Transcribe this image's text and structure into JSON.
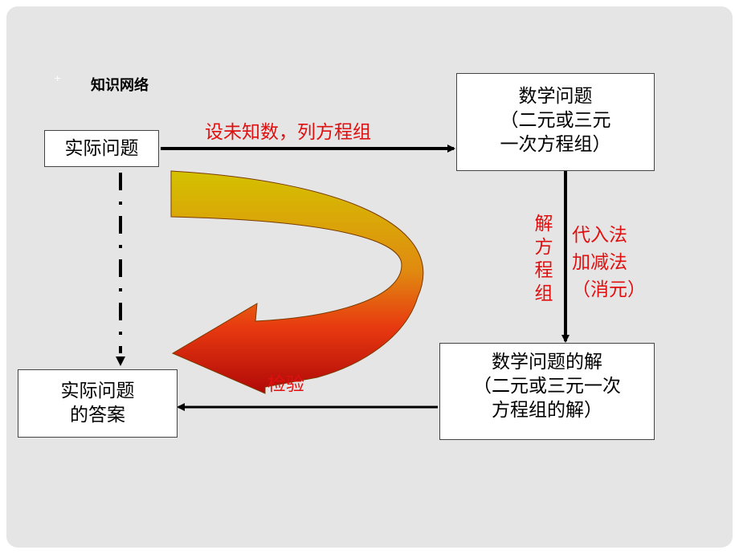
{
  "header": {
    "bullet": "+",
    "title": "知识网络"
  },
  "nodes": {
    "real_problem": "实际问题",
    "math_problem": [
      "数学问题",
      "（二元或三元",
      "一次方程组）"
    ],
    "math_solution": [
      "数学问题的解",
      "（二元或三元一次",
      "方程组的解）"
    ],
    "real_answer": [
      "实际问题",
      "的答案"
    ]
  },
  "edges": {
    "set_unknowns": "设未知数，列方程组",
    "solve_system": "解方程组",
    "methods": [
      "代入法",
      "加减法",
      "（消元）"
    ],
    "verify": "检验"
  },
  "colors": {
    "text_red": "#e01010",
    "arrow_gradient_start": "#d4c200",
    "arrow_gradient_end": "#c81010"
  }
}
